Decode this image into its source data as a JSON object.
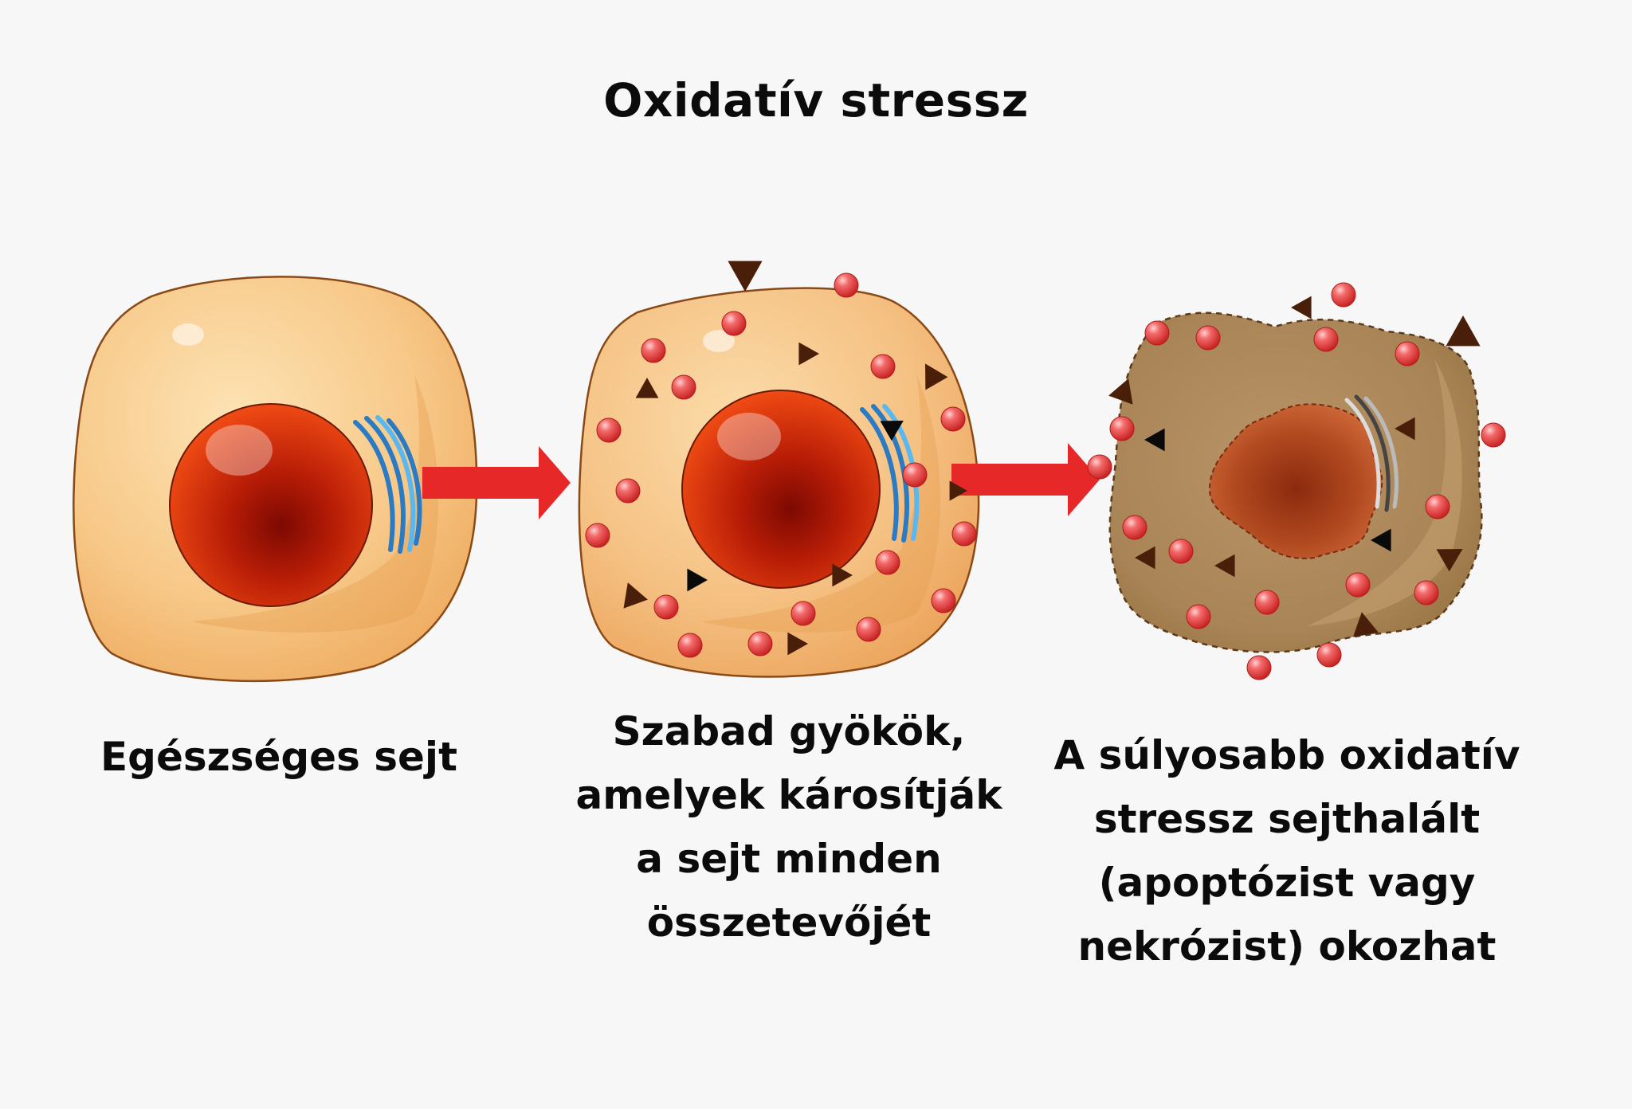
{
  "title": "Oxidatív stressz",
  "stages": [
    {
      "id": "healthy",
      "caption_lines": [
        "Egészséges sejt"
      ]
    },
    {
      "id": "free-radicals",
      "caption_lines": [
        "Szabad gyökök,",
        "amelyek károsítják",
        "a sejt minden",
        "összetevőjét"
      ]
    },
    {
      "id": "damaged",
      "caption_lines": [
        "A súlyosabb oxidatív",
        "stressz sejthalált",
        "(apoptózist vagy",
        "nekrózist) okozhat"
      ]
    }
  ],
  "colors": {
    "background": "#f7f7f7",
    "cell_healthy": "#f6c98a",
    "cell_outline": "#8a4a17",
    "cell_damaged": "#a8855a",
    "nucleus": "#d63a10",
    "nucleus_core": "#8a0c02",
    "golgi": "#3aa0e0",
    "radical_sphere": "#e84a4a",
    "radical_triangle": "#4a1f0a",
    "arrow": "#e62828",
    "text": "#0b0b0b"
  },
  "icons": [
    "red-arrow-icon",
    "free-radical-sphere-icon",
    "free-radical-triangle-icon",
    "golgi-icon"
  ]
}
